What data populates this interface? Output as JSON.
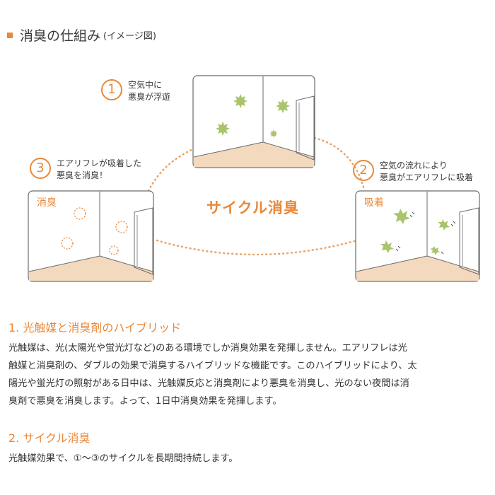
{
  "header": {
    "title": "消臭の仕組み",
    "subtitle": "(イメージ図)"
  },
  "diagram": {
    "steps": [
      {
        "number": "1",
        "lines": [
          "空気中に",
          "悪臭が浮遊"
        ]
      },
      {
        "number": "2",
        "lines": [
          "空気の流れにより",
          "悪臭がエアリフレに吸着"
        ]
      },
      {
        "number": "3",
        "lines": [
          "エアリフレが吸着した",
          "悪臭を消臭！"
        ]
      }
    ],
    "room_tags": {
      "left": "消臭",
      "right": "吸着"
    },
    "cycle_label": "サイクル消臭",
    "colors": {
      "accent": "#e8883a",
      "floor": "#f3d9bd",
      "odor": "#a9c46a",
      "wall_line": "#6b6b6b"
    }
  },
  "sections": [
    {
      "heading": "1. 光触媒と消臭剤のハイブリッド",
      "lines": [
        "光触媒は、光(太陽光や蛍光灯など)のある環境でしか消臭効果を発揮しません。エアリフレは光",
        "触媒と消臭剤の、ダブルの効果で消臭するハイブリッドな機能です。このハイブリッドにより、太",
        "陽光や蛍光灯の照射がある日中は、光触媒反応と消臭剤により悪臭を消臭し、光のない夜間は消",
        "臭剤で悪臭を消臭します。よって、1日中消臭効果を発揮します。"
      ]
    },
    {
      "heading": "2. サイクル消臭",
      "lines": [
        "光触媒効果で、①～③のサイクルを長期間持続します。"
      ]
    }
  ]
}
